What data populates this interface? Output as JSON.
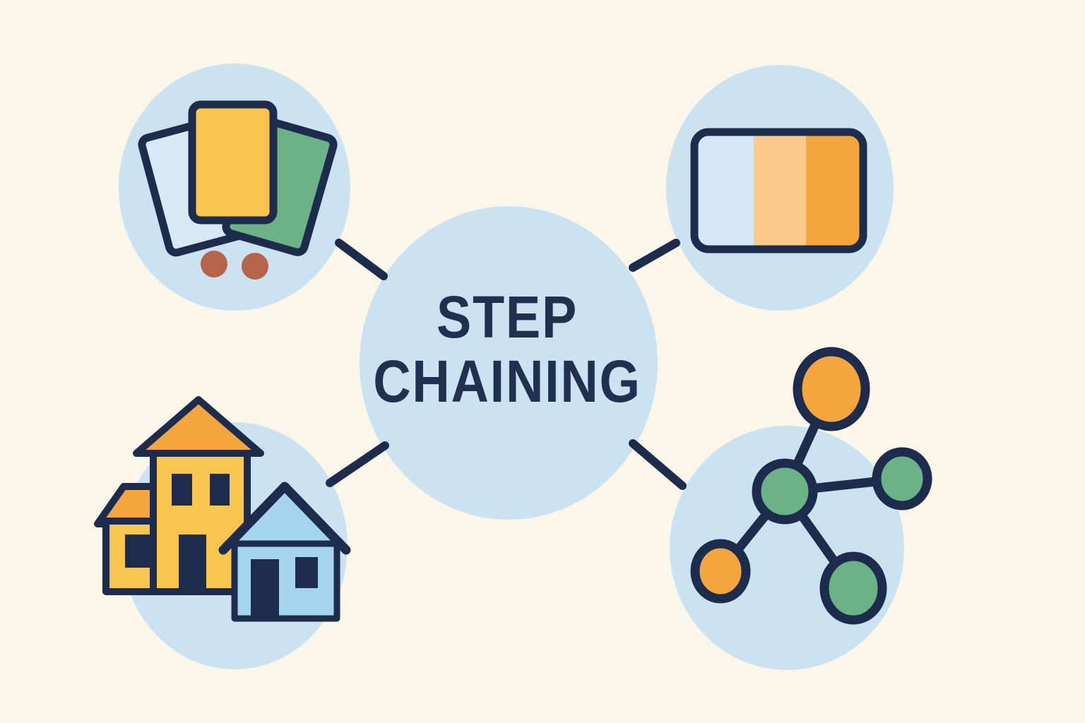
{
  "diagram": {
    "title": "STEP CHAINING",
    "center": {
      "label_line1": "STEP",
      "label_line2": "CHAINING"
    },
    "nodes": [
      {
        "id": "card-stack",
        "icon": "card-stack-icon",
        "position": "top-left"
      },
      {
        "id": "striped-card",
        "icon": "striped-card-icon",
        "position": "top-right"
      },
      {
        "id": "houses",
        "icon": "houses-icon",
        "position": "bottom-left"
      },
      {
        "id": "network",
        "icon": "network-graph-icon",
        "position": "bottom-right"
      }
    ]
  },
  "colors": {
    "background": "#fbf6ea",
    "bubble": "#cbe2f1",
    "navy": "#1d2c4c",
    "text": "#20304f",
    "yellow": "#f8c54f",
    "orange": "#f4a53d",
    "light_orange": "#fbca8a",
    "stripe_blue": "#d3e7f4",
    "light_blue_card": "#d8e9f6",
    "green": "#6bb286",
    "house_blue": "#a3d5ef",
    "terracotta": "#b5644a"
  }
}
